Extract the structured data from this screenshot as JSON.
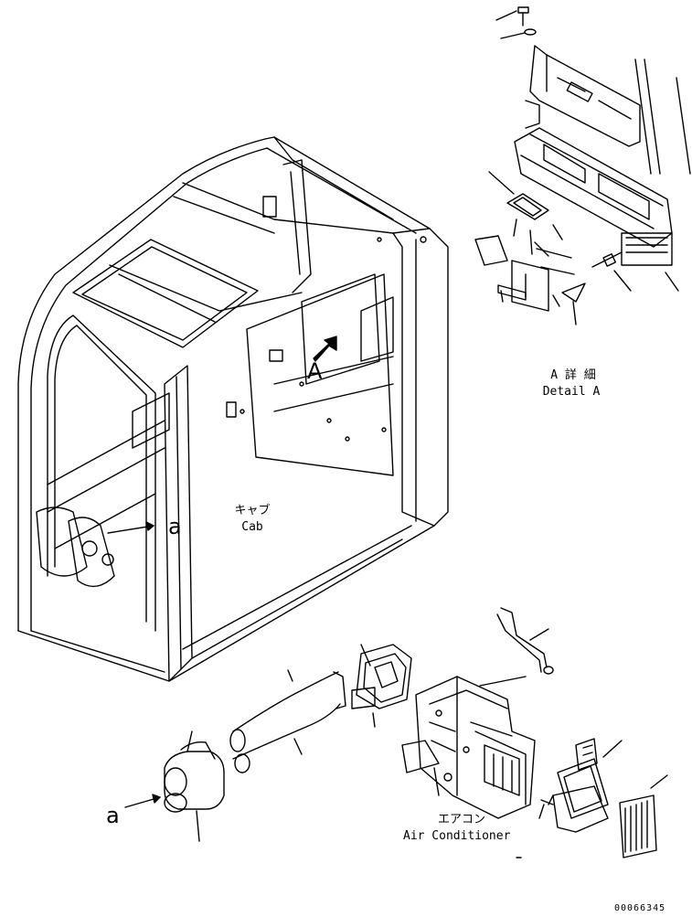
{
  "labels": {
    "detail_a_jp": "A 詳 細",
    "detail_a_en": "Detail A",
    "cab_jp": "キャブ",
    "cab_en": "Cab",
    "aircon_jp": "エアコン",
    "aircon_en": "Air Conditioner",
    "view_a_arrow": "A",
    "view_a_small_top": "a",
    "view_a_small_bottom": "a",
    "drawing_number": "00066345"
  }
}
